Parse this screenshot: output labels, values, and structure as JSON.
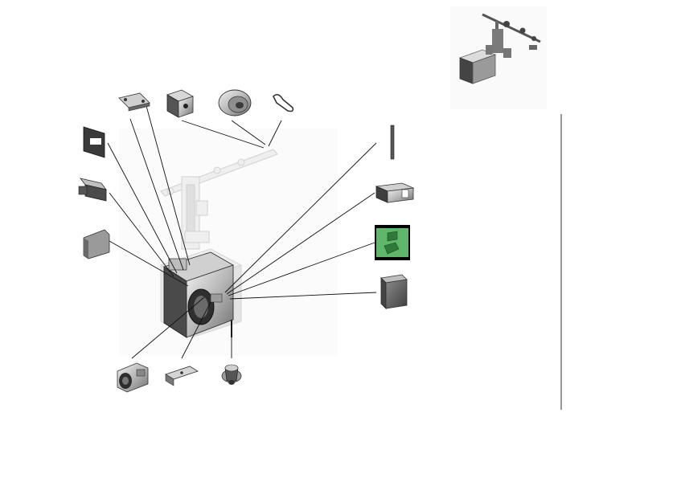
{
  "diagram": {
    "title": "",
    "colors": {
      "background": "#ffffff",
      "part_dark": "#5a5a5a",
      "part_mid": "#9a9a9a",
      "part_light": "#d9d9d9",
      "ghost": "#e6e6e6",
      "leader": "#111111",
      "highlight": "#5fb86a",
      "divider": "#333333"
    },
    "parts": [
      {
        "id": "bracket-plate",
        "icon": "bracket-plate-icon"
      },
      {
        "id": "stepper-motor",
        "icon": "motor-icon"
      },
      {
        "id": "pulley-gear",
        "icon": "pulley-icon"
      },
      {
        "id": "drive-belt",
        "icon": "belt-icon"
      },
      {
        "id": "gasket-plate",
        "icon": "gasket-icon"
      },
      {
        "id": "mounting-bracket",
        "icon": "mount-bracket-icon"
      },
      {
        "id": "side-cover-panel",
        "icon": "cover-panel-icon"
      },
      {
        "id": "shaft-pin",
        "icon": "shaft-icon"
      },
      {
        "id": "clip-holder",
        "icon": "clip-icon"
      },
      {
        "id": "selected-component",
        "icon": "selected-component-icon",
        "highlighted": true
      },
      {
        "id": "foam-block",
        "icon": "foam-block-icon"
      },
      {
        "id": "cartridge-housing",
        "icon": "cartridge-icon"
      },
      {
        "id": "flat-bracket",
        "icon": "flat-bracket-icon"
      },
      {
        "id": "knob-cap",
        "icon": "knob-icon"
      }
    ]
  }
}
